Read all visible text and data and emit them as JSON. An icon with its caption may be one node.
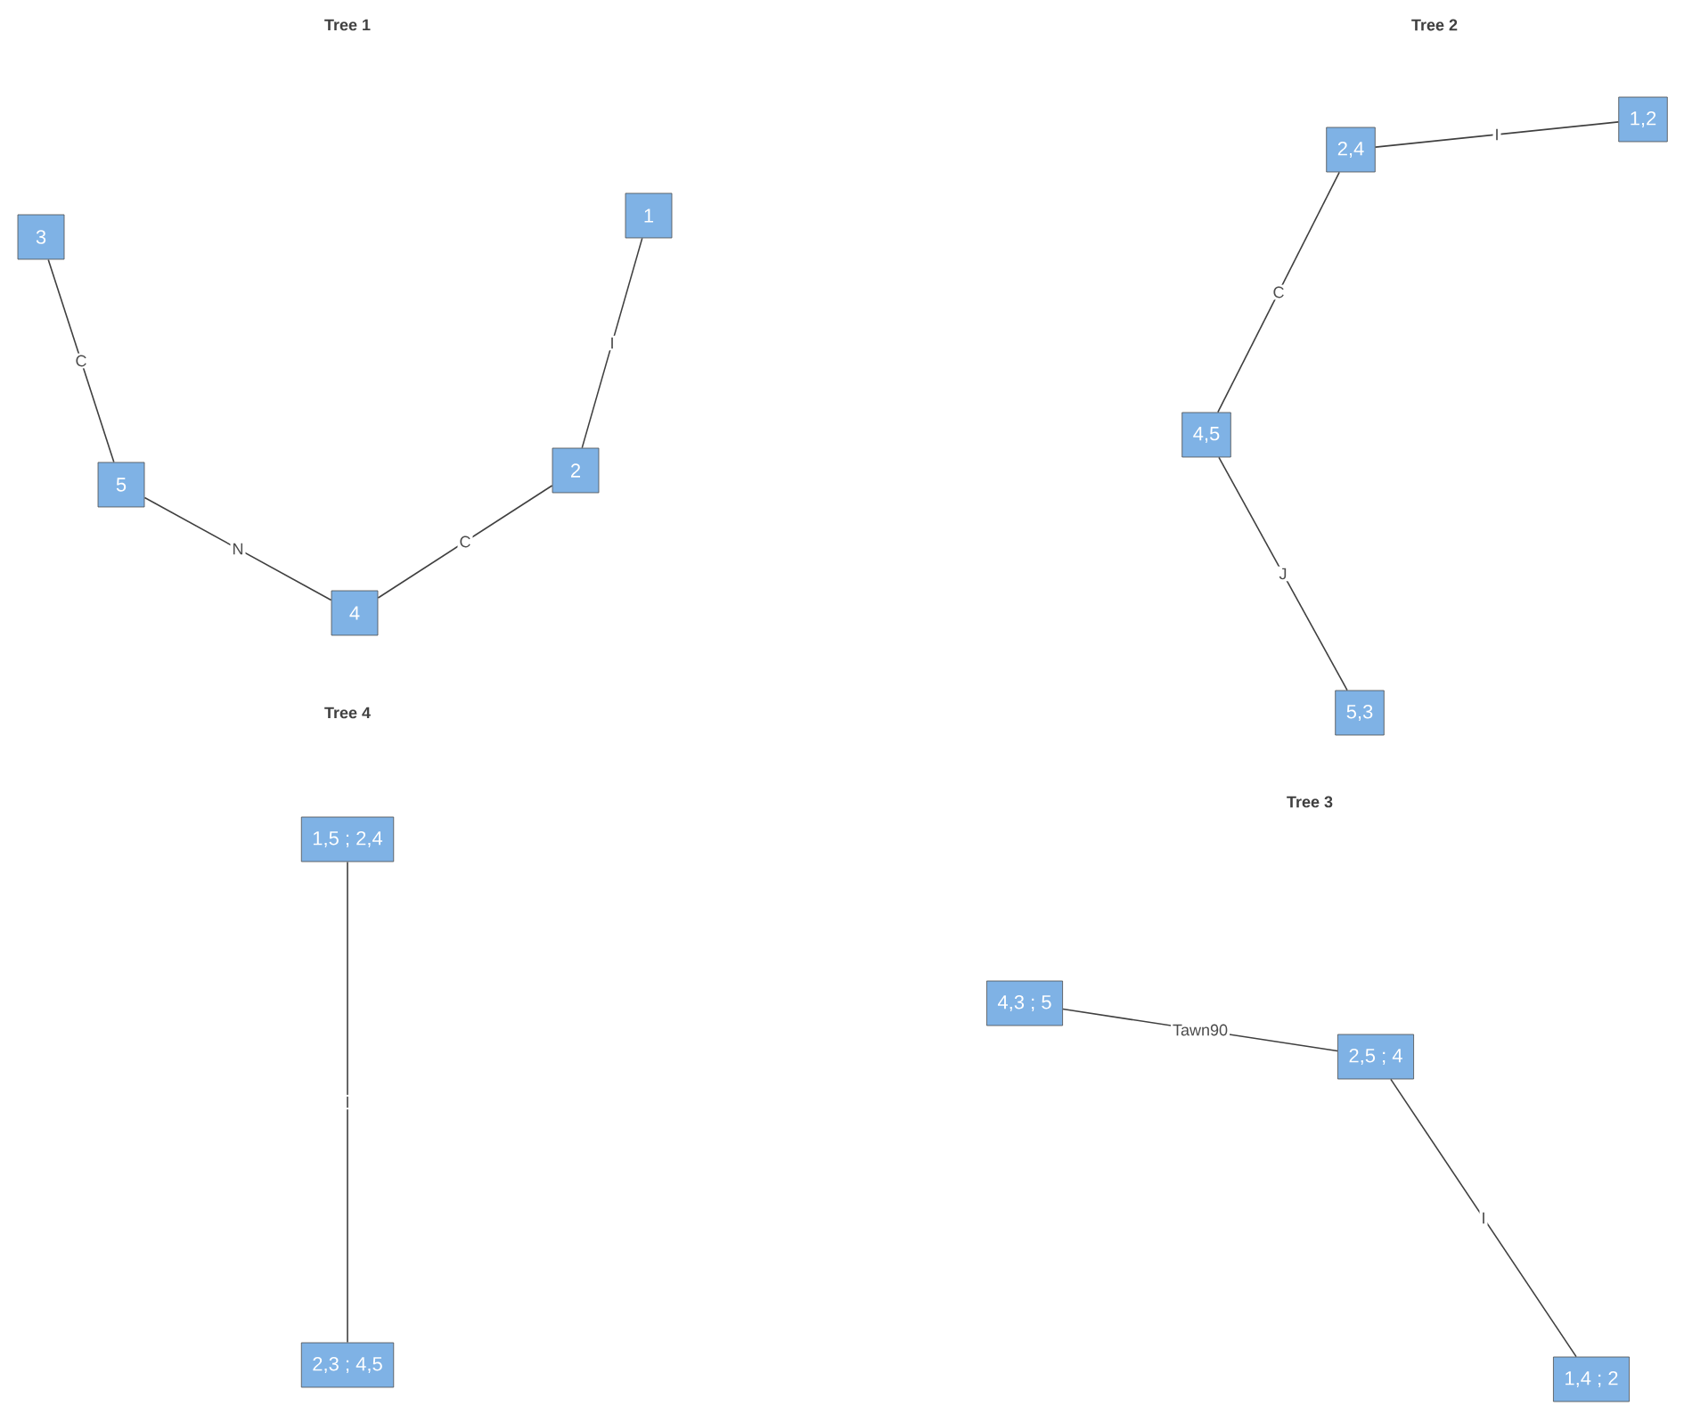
{
  "diagram": {
    "nodes": [
      {
        "text": [
          "1"
        ]
      },
      {
        "text": [
          "3"
        ]
      },
      {
        "text": [
          "5"
        ]
      },
      {
        "text": [
          "2"
        ]
      },
      {
        "text": [
          "4"
        ]
      },
      {
        "text": [
          "1,2"
        ]
      },
      {
        "text": [
          "2,4"
        ]
      },
      {
        "text": [
          "4,5"
        ]
      },
      {
        "text": [
          "5,3"
        ]
      },
      {
        "text": [
          "1,5 ; 2,4"
        ]
      },
      {
        "text": [
          "2,3 ; 4,5"
        ]
      },
      {
        "text": [
          "4,3 ; 5"
        ]
      },
      {
        "text": [
          "2,5 ; 4"
        ]
      },
      {
        "text": [
          "1,4 ; 2"
        ]
      }
    ],
    "edges": [
      {
        "from": 0,
        "to": 3,
        "arrow": "none",
        "label": "I"
      },
      {
        "from": 1,
        "to": 2,
        "arrow": "none",
        "label": "C"
      },
      {
        "from": 2,
        "to": 4,
        "arrow": "none",
        "label": "N"
      },
      {
        "from": 4,
        "to": 3,
        "arrow": "none",
        "label": "C"
      },
      {
        "from": 5,
        "to": 6,
        "arrow": "none",
        "label": "I"
      },
      {
        "from": 6,
        "to": 7,
        "arrow": "none",
        "label": "C"
      },
      {
        "from": 7,
        "to": 8,
        "arrow": "none",
        "label": "J"
      },
      {
        "from": 9,
        "to": 10,
        "arrow": "none",
        "label": "I"
      },
      {
        "from": 11,
        "to": 12,
        "arrow": "none",
        "label": "Tawn90"
      },
      {
        "from": 12,
        "to": 13,
        "arrow": "none",
        "label": "I"
      }
    ],
    "labels": [
      "Tree 1",
      "Tree 2",
      "Tree 4",
      "Tree 3"
    ]
  }
}
